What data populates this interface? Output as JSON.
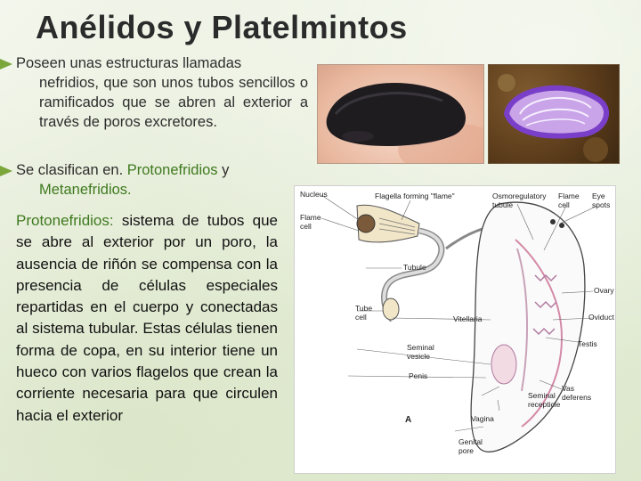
{
  "slide": {
    "title": "Anélidos y Platelmintos",
    "paragraph1": {
      "lead": "Poseen unas estructuras llamadas",
      "rest": "nefridios, que son unos tubos sencillos o ramificados que se abren al exterior a través de poros excretores."
    },
    "paragraph2": {
      "lead": "Se clasifican en. ",
      "accent": "Protonefridios",
      "tail": " y",
      "rest": "Metanefridios."
    },
    "paragraph3": {
      "term": "Protonefridios:",
      "text": " sistema de tubos que se abre al exterior por un poro, la ausencia de riñón se compensa con la presencia de células especiales repartidas en el cuerpo y conectadas al sistema tubular. Estas células tienen forma de copa, en su interior tiene un hueco con varios flagelos que crean la corriente necesaria para que circulen hacia el exterior"
    }
  },
  "diagram": {
    "labels": {
      "nucleus": "Nucleus",
      "flame_cell_left": "Flame\ncell",
      "flagella": "Flagella forming \"flame\"",
      "osmoregulatory": "Osmoregulatory\ntubule",
      "flame_cell_right": "Flame\ncell",
      "eye_spots": "Eye\nspots",
      "tubule": "Tubule",
      "tube_cell": "Tube\ncell",
      "ovary": "Ovary",
      "vitellaria": "Vitellaria",
      "oviduct": "Oviduct",
      "testis": "Testis",
      "seminal_vesicle": "Seminal\nvesicle",
      "penis": "Penis",
      "vas_deferens": "Vas\ndeferens",
      "seminal_receptacle": "Seminal\nrecepticle",
      "vagina": "Vagina",
      "genital_pore": "Genital\npore",
      "panel": "A"
    }
  },
  "colors": {
    "accent_green": "#3f7a1f",
    "marker_green": "#7aa63a",
    "text": "#2d2d2d"
  }
}
